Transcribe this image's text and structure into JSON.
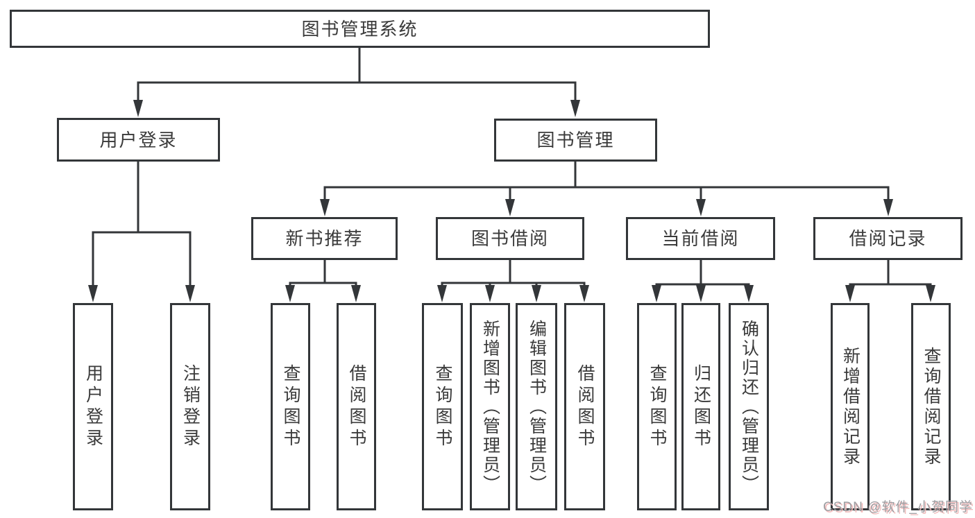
{
  "colors": {
    "background": "#ffffff",
    "line": "#333639",
    "box_border": "#333639",
    "box_text": "#3a3a3a",
    "watermark_text": "#9e9ea2",
    "watermark_shadow": "#f0baba"
  },
  "diagram": {
    "title": "图书管理系统",
    "level2": {
      "user_login": "用户登录",
      "book_management": "图书管理"
    },
    "level3": {
      "new_book_recommend": "新书推荐",
      "book_borrowing": "图书借阅",
      "current_borrowing": "当前借阅",
      "borrowing_records": "借阅记录"
    },
    "leaves": {
      "user_login": "用户登录",
      "logout": "注销登录",
      "recommend_query_books": "查询图书",
      "recommend_borrow_books": "借阅图书",
      "borrowing_query_books": "查询图书",
      "borrowing_add_books": "新增图书（管理员）",
      "borrowing_edit_books": "编辑图书（管理员）",
      "borrowing_borrow_books": "借阅图书",
      "current_query_books": "查询图书",
      "current_return_books": "归还图书",
      "current_confirm_return": "确认归还（管理员）",
      "records_add_record": "新增借阅记录",
      "records_query_record": "查询借阅记录"
    }
  },
  "watermark": "CSDN @软件_小贺同学"
}
